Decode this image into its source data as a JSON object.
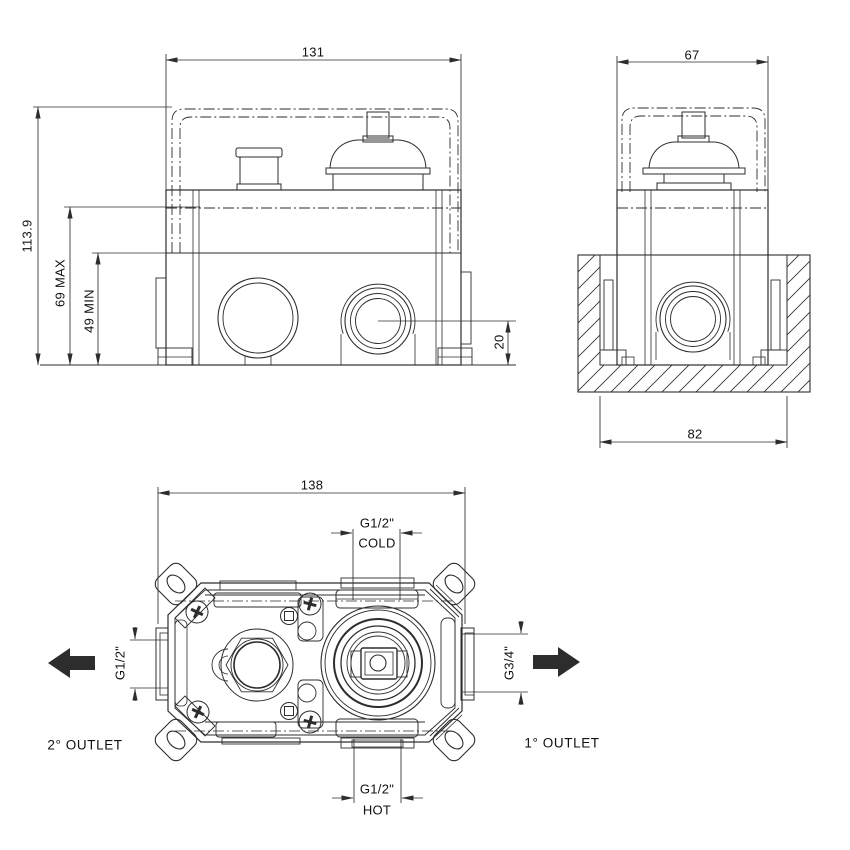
{
  "front_view": {
    "width": "131",
    "total_height": "113.9",
    "depth_max": "69 MAX",
    "depth_min": "49 MIN",
    "outlet_height": "20"
  },
  "side_view": {
    "width": "67",
    "recess_width": "82"
  },
  "plan_view": {
    "overall_width": "138",
    "cold_inlet": {
      "thread": "G1/2\"",
      "label": "COLD"
    },
    "hot_inlet": {
      "thread": "G1/2\"",
      "label": "HOT"
    },
    "second_outlet": {
      "thread": "G1/2\"",
      "label": "2° OUTLET"
    },
    "first_outlet": {
      "thread": "G3/4\"",
      "label": "1° OUTLET"
    }
  },
  "colors": {
    "line": "#2d2d2d",
    "text": "#111111",
    "background": "#ffffff",
    "arrow_fill": "#111111"
  }
}
